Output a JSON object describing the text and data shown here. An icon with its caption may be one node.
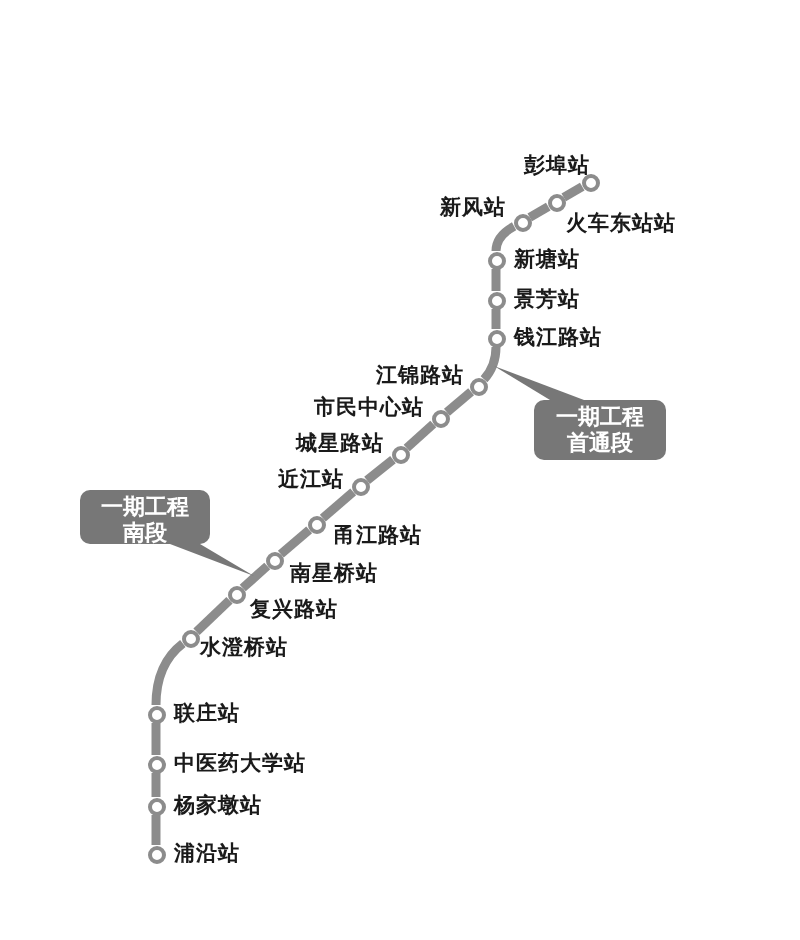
{
  "diagram": {
    "nodes": [
      {
        "text": [],
        "shape": "circle",
        "beside": [
          "彭埠站"
        ]
      },
      {
        "text": [],
        "shape": "circle",
        "beside": [
          "火车东站站"
        ]
      },
      {
        "text": [],
        "shape": "circle",
        "beside": [
          "新风站"
        ]
      },
      {
        "text": [],
        "shape": "circle",
        "beside": [
          "新塘站"
        ]
      },
      {
        "text": [],
        "shape": "circle",
        "beside": [
          "景芳站"
        ]
      },
      {
        "text": [],
        "shape": "circle",
        "beside": [
          "钱江路站"
        ]
      },
      {
        "text": [],
        "shape": "circle",
        "beside": [
          "江锦路站"
        ]
      },
      {
        "text": [],
        "shape": "circle",
        "beside": [
          "市民中心站"
        ]
      },
      {
        "text": [],
        "shape": "circle",
        "beside": [
          "城星路站"
        ]
      },
      {
        "text": [],
        "shape": "circle",
        "beside": [
          "近江站"
        ]
      },
      {
        "text": [],
        "shape": "circle",
        "beside": [
          "甬江路站"
        ]
      },
      {
        "text": [],
        "shape": "circle",
        "beside": [
          "南星桥站"
        ]
      },
      {
        "text": [],
        "shape": "circle",
        "beside": [
          "复兴路站"
        ]
      },
      {
        "text": [],
        "shape": "circle",
        "beside": [
          "水澄桥站"
        ]
      },
      {
        "text": [],
        "shape": "circle",
        "beside": [
          "联庄站"
        ]
      },
      {
        "text": [],
        "shape": "circle",
        "beside": [
          "中医药大学站"
        ]
      },
      {
        "text": [],
        "shape": "circle",
        "beside": [
          "杨家墩站"
        ]
      },
      {
        "text": [],
        "shape": "circle",
        "beside": [
          "浦沿站"
        ]
      },
      {
        "text": [
          "一期工程首通段"
        ]
      },
      {
        "text": [
          "一期工程南段"
        ]
      }
    ],
    "edges": [
      {
        "from": 0,
        "to": 1,
        "arrow": "none"
      },
      {
        "from": 1,
        "to": 2,
        "arrow": "none"
      },
      {
        "from": 2,
        "to": 3,
        "arrow": "none"
      },
      {
        "from": 3,
        "to": 4,
        "arrow": "none"
      },
      {
        "from": 4,
        "to": 5,
        "arrow": "none"
      },
      {
        "from": 5,
        "to": 6,
        "arrow": "none"
      },
      {
        "from": 6,
        "to": 7,
        "arrow": "none"
      },
      {
        "from": 7,
        "to": 8,
        "arrow": "none"
      },
      {
        "from": 8,
        "to": 9,
        "arrow": "none"
      },
      {
        "from": 9,
        "to": 10,
        "arrow": "none"
      },
      {
        "from": 10,
        "to": 11,
        "arrow": "none"
      },
      {
        "from": 11,
        "to": 12,
        "arrow": "none"
      },
      {
        "from": 12,
        "to": 13,
        "arrow": "none"
      },
      {
        "from": 13,
        "to": 14,
        "arrow": "none"
      },
      {
        "from": 14,
        "to": 15,
        "arrow": "none"
      },
      {
        "from": 15,
        "to": 16,
        "arrow": "none"
      },
      {
        "from": 16,
        "to": 17,
        "arrow": "none"
      }
    ]
  }
}
